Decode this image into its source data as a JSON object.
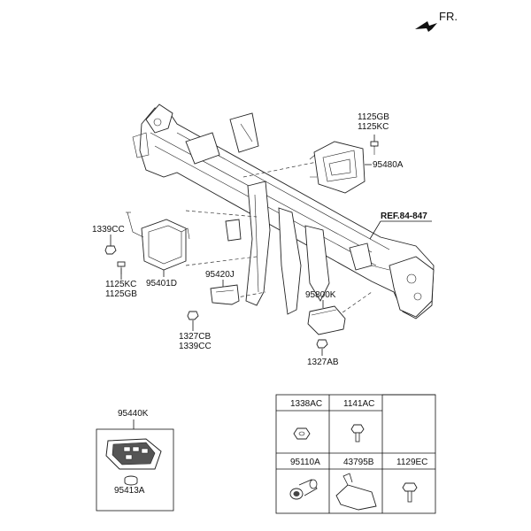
{
  "direction": {
    "label": "FR."
  },
  "reference": {
    "label": "REF.84-847"
  },
  "callouts": {
    "c1125gb_top": "1125GB",
    "c1125kc_top": "1125KC",
    "c95480a": "95480A",
    "c1339cc_left": "1339CC",
    "c95401d": "95401D",
    "c1125kc_low": "1125KC",
    "c1125gb_low": "1125GB",
    "c95420j": "95420J",
    "c1327cb": "1327CB",
    "c1339cc_low": "1339CC",
    "c95800k": "95800K",
    "c1327ab": "1327AB",
    "c95440k": "95440K",
    "c95413a": "95413A"
  },
  "parts_table": {
    "row1": [
      "1338AC",
      "1141AC"
    ],
    "row2": [
      "95110A",
      "43795B",
      "1129EC"
    ]
  }
}
